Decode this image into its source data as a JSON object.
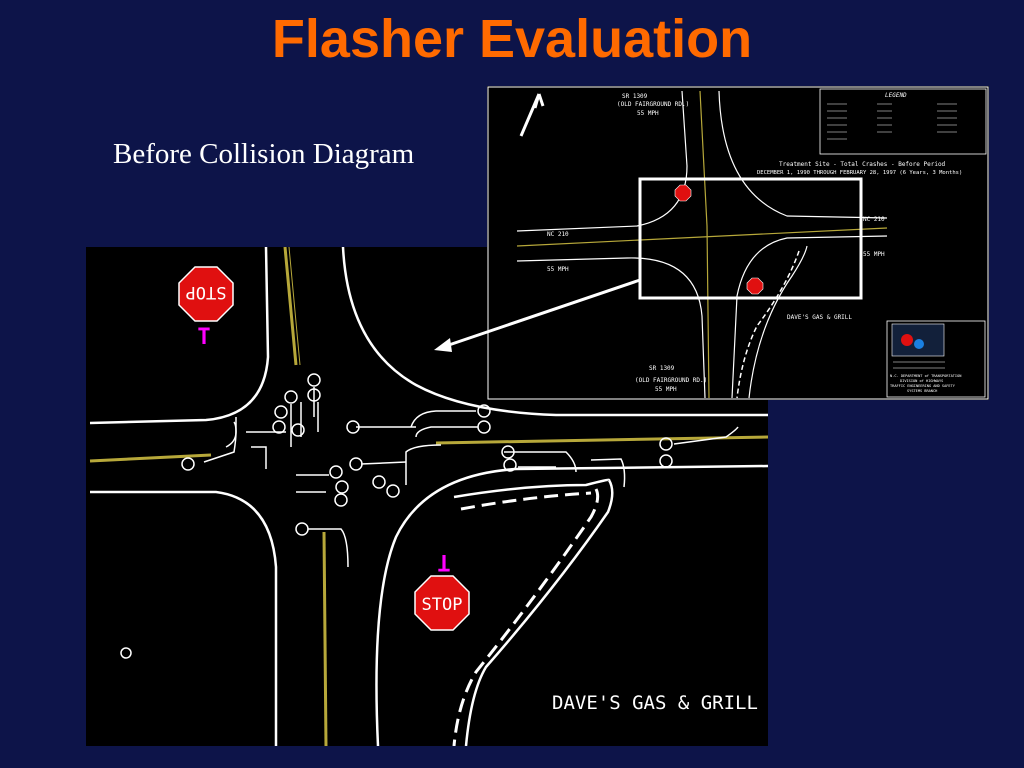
{
  "slide": {
    "title": "Flasher Evaluation",
    "subtitle": "Before Collision Diagram"
  },
  "colors": {
    "background": "#0d1449",
    "title": "#ff6a00",
    "road_line": "#ffffff",
    "center_line": "#b7a83a",
    "stop_sign": "#e01010",
    "stop_marker": "#ff00ff"
  },
  "main_diagram": {
    "stop_sign_top": "STOP",
    "stop_sign_bottom": "STOP",
    "business_label": "DAVE'S GAS & GRILL"
  },
  "inset_map": {
    "road_north_name": "SR 1309",
    "road_north_alt": "(OLD FAIRGROUND RD.)",
    "road_north_speed": "55 MPH",
    "road_south_name": "SR 1309",
    "road_south_alt": "(OLD FAIRGROUND RD.)",
    "road_south_speed": "55 MPH",
    "road_west_name": "NC 210",
    "road_west_speed": "55 MPH",
    "road_east_name": "NC 210",
    "road_east_speed": "55 MPH",
    "site_caption": "Treatment Site - Total Crashes - Before Period",
    "period_caption": "DECEMBER 1, 1990 THROUGH FEBRUARY 28, 1997 (6 Years, 3 Months)",
    "business_label": "DAVE'S GAS & GRILL",
    "legend_title": "LEGEND",
    "agency_lines": [
      "N.C. DEPARTMENT of TRANSPORTATION",
      "DIVISION of HIGHWAYS",
      "TRAFFIC ENGINEERING AND SAFETY",
      "SYSTEMS BRANCH"
    ]
  }
}
